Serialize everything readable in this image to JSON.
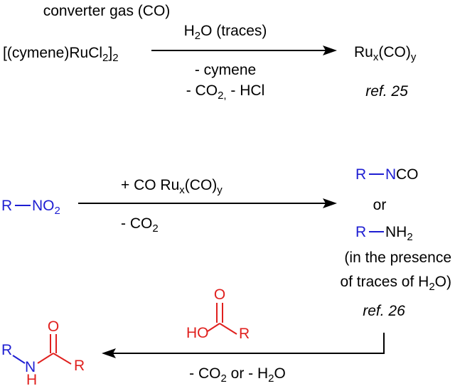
{
  "colors": {
    "text": "#000000",
    "substrate_blue": "#1e1ed2",
    "amide_red": "#e0201e"
  },
  "reaction1": {
    "reactant": {
      "main": "[(cymene)RuCl",
      "sub1": "2",
      "close": "]",
      "sub2": "2"
    },
    "conditions_above": {
      "line1": "converter gas (CO)",
      "line2_pre": "H",
      "line2_sub": "2",
      "line2_post": "O (traces)"
    },
    "conditions_below": {
      "line1": "- cymene",
      "line2_pre": "- CO",
      "line2_sub": "2,",
      "line2_post": " - HCl"
    },
    "product": {
      "pre": "Ru",
      "sub_x": "x",
      "mid": "(CO)",
      "sub_y": "y"
    },
    "reference": "ref. 25"
  },
  "reaction2": {
    "reactant": {
      "r": "R",
      "group": "NO",
      "sub": "2"
    },
    "conditions_above": {
      "pre": "+ CO   Ru",
      "sub_x": "x",
      "mid": "(CO)",
      "sub_y": "y"
    },
    "conditions_below": {
      "pre": "- CO",
      "sub": "2"
    },
    "product_isocyanate": {
      "r": "R",
      "group": "NCO"
    },
    "or_label": "or",
    "product_amine": {
      "r": "R",
      "group": "NH",
      "sub": "2"
    },
    "note": {
      "line1": "(in the presence",
      "line2_pre": "of traces of H",
      "line2_sub": "2",
      "line2_post": "O)"
    },
    "reference": "ref. 26"
  },
  "reaction3": {
    "acid": {
      "o": "O",
      "ho": "HO",
      "r": "R"
    },
    "conditions_below": {
      "pre": "- CO",
      "sub1": "2",
      "mid": " or - H",
      "sub2": "2",
      "post": "O"
    },
    "amide": {
      "r1": "R",
      "n": "N",
      "h": "H",
      "o": "O",
      "r2": "R"
    }
  }
}
